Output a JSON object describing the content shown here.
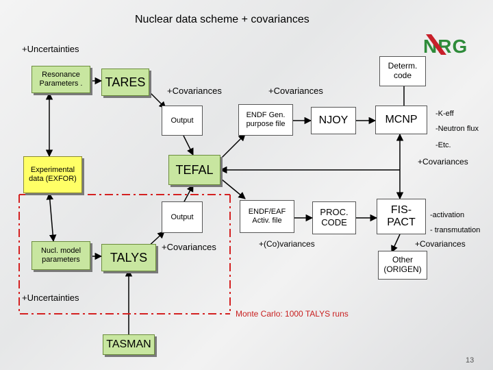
{
  "title": "Nuclear data scheme + covariances",
  "logo": {
    "text": "NRG"
  },
  "labels": {
    "unc_top": "+Uncertainties",
    "cov_tares": "+Covariances",
    "cov_endf": "+Covariances",
    "keff": "-K-eff",
    "nflux": "-Neutron flux",
    "etc": "-Etc.",
    "cov_tefal": "+Covariances",
    "activation": "-activation",
    "transmutation": "- transmutation",
    "cov_talys": "+Covariances",
    "coval": "+(Co)variances",
    "cov_fispact": "+Covariances",
    "unc_bottom": "+Uncertainties",
    "monte_carlo": "Monte Carlo: 1000 TALYS runs"
  },
  "boxes": {
    "resonance": "Resonance Parameters .",
    "tares": "TARES",
    "determ": "Determ. code",
    "output1": "Output",
    "endf": "ENDF Gen. purpose file",
    "njoy": "NJOY",
    "mcnp": "MCNP",
    "exfor": "Experimental data (EXFOR)",
    "tefal": "TEFAL",
    "output2": "Output",
    "endf_eaf": "ENDF/EAF Activ. file",
    "proc": "PROC. CODE",
    "fispact": "FIS-PACT",
    "nucl": "Nucl. model parameters",
    "talys": "TALYS",
    "other": "Other (ORIGEN)",
    "tasman": "TASMAN"
  },
  "page_number": "13",
  "colors": {
    "green": "#c8e6a0",
    "yellow": "#ffff66",
    "dash": "#d42020",
    "logo_red": "#c8202a",
    "logo_green": "#2e8b3a"
  }
}
